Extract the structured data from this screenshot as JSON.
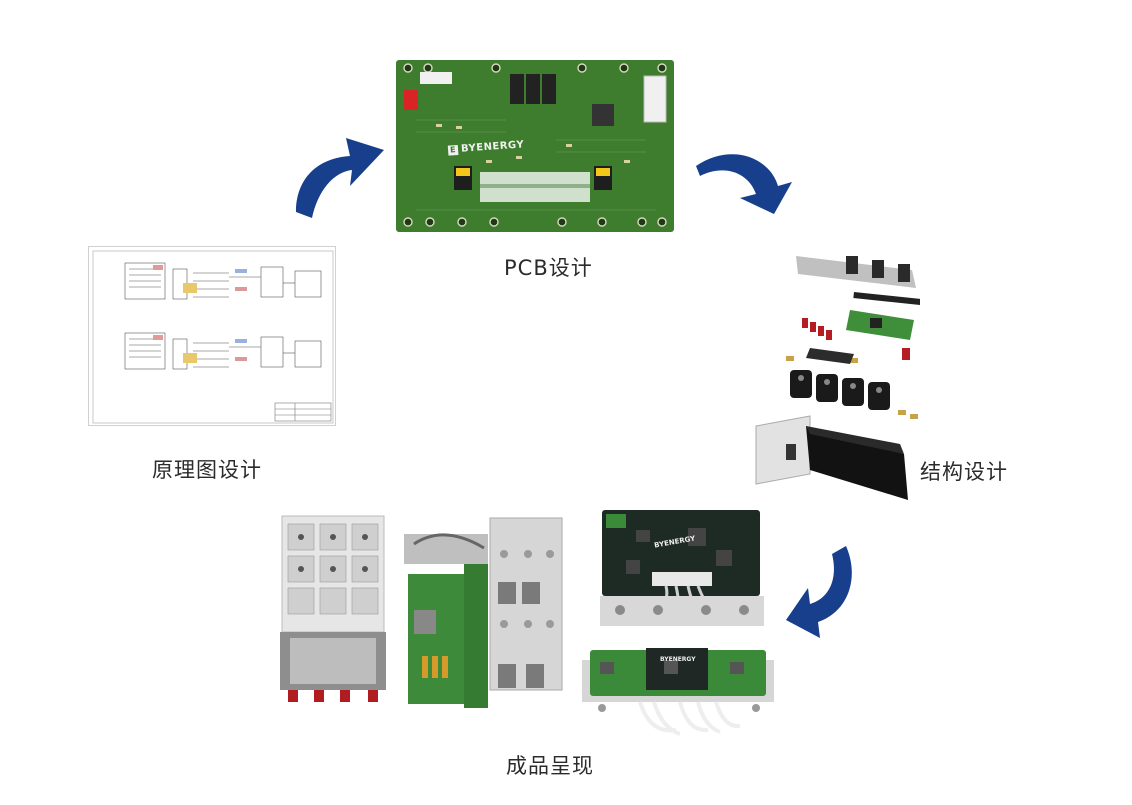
{
  "steps": {
    "schematic": {
      "label": "原理图设计"
    },
    "pcb": {
      "label": "PCB设计",
      "board_logo": "BYENERGY"
    },
    "structure": {
      "label": "结构设计"
    },
    "product": {
      "label": "成品呈现",
      "board_logo_1": "BYENERGY",
      "board_logo_2": "BYENERGY"
    }
  },
  "colors": {
    "arrow": "#173f8c",
    "pcb_green": "#3f7d2e",
    "dark_board": "#1e2a24",
    "heatsink": "#111111"
  },
  "icons": {
    "flow_arrow": "curved-arrow-icon"
  }
}
